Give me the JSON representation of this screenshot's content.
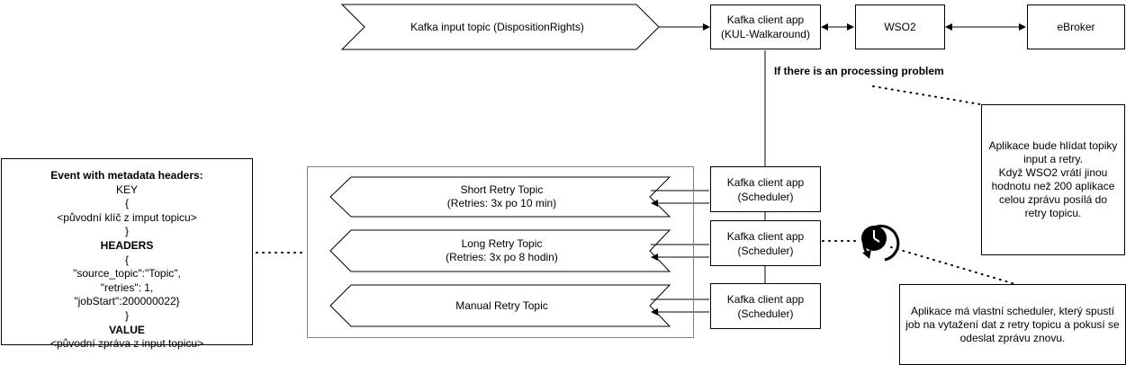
{
  "input_topic": {
    "label": "Kafka input topic (DispositionRights)"
  },
  "main_app": {
    "label": "Kafka client app\n(KUL-Walkaround)"
  },
  "wso2": {
    "label": "WSO2"
  },
  "ebroker": {
    "label": "eBroker"
  },
  "problem_heading": "If there is an processing problem",
  "note_retry": "Aplikace bude hlídat topiky input a retry.\nKdyž WSO2 vrátí jinou hodnotu než 200 aplikace celou zprávu posílá do retry topicu.",
  "note_scheduler": "Aplikace má vlastní scheduler, který spustí job na vytažení dat z retry topicu a pokusí se odeslat zprávu znovu.",
  "event_box": {
    "title": "Event with metadata headers:",
    "key_label": "KEY",
    "open1": "{",
    "key_value": "<původní klíč z imput topicu>",
    "close1": "}",
    "headers_label": "HEADERS",
    "open2": "{",
    "h1": "\"source_topic\":\"Topic\",",
    "h2": "\"retries\": 1,",
    "h3": "\"jobStart\":200000022}",
    "close2": "}",
    "value_label": "VALUE",
    "value_value": "<původní zpráva z input topicu>"
  },
  "retry_topics": [
    {
      "label": "Short Retry Topic\n(Retries: 3x po 10 min)"
    },
    {
      "label": "Long Retry Topic\n(Retries: 3x po 8 hodin)"
    },
    {
      "label": "Manual Retry Topic"
    }
  ],
  "scheduler_apps": [
    {
      "label": "Kafka client app\n(Scheduler)"
    },
    {
      "label": "Kafka client app\n(Scheduler)"
    },
    {
      "label": "Kafka client app\n(Scheduler)"
    }
  ],
  "icons": {
    "clock": "clock-icon"
  }
}
